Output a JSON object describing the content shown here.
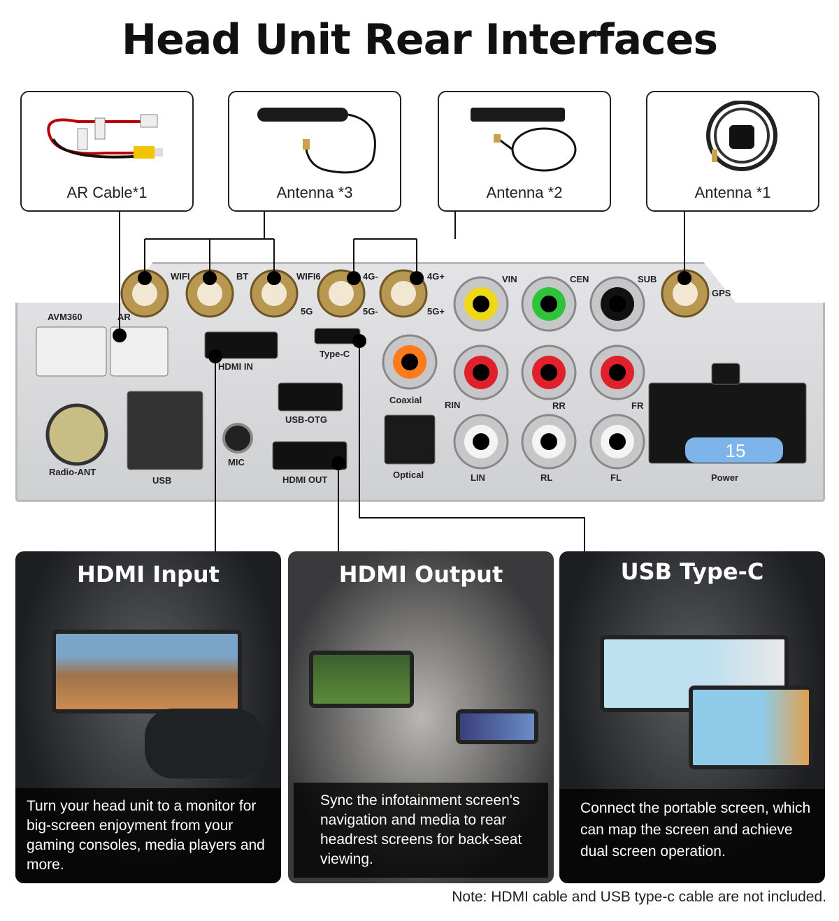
{
  "title": "Head Unit Rear Interfaces",
  "accessories": [
    {
      "label": "AR Cable*1"
    },
    {
      "label": "Antenna *3"
    },
    {
      "label": "Antenna *2"
    },
    {
      "label": "Antenna *1"
    }
  ],
  "panel": {
    "labels": [
      "WIFI",
      "BT",
      "WIFI6",
      "5G",
      "4G-",
      "5G-",
      "4G+",
      "5G+",
      "VIN",
      "CEN",
      "SUB",
      "GPS",
      "AVM360",
      "AR",
      "HDMI IN",
      "Type-C",
      "Coaxial",
      "RIN",
      "RR",
      "FR",
      "USB-OTG",
      "MIC",
      "HDMI OUT",
      "Optical",
      "LIN",
      "RL",
      "FL",
      "Power",
      "Radio-ANT",
      "USB"
    ],
    "fuse": "15"
  },
  "features": [
    {
      "title": "HDMI Input",
      "desc": "Turn your head unit to a monitor for big-screen enjoyment from your gaming consoles, media players and more."
    },
    {
      "title": "HDMI Output",
      "desc": "Sync the infotainment screen's navigation and media to rear headrest screens for back-seat viewing."
    },
    {
      "title": "USB Type-C",
      "desc": "Connect the portable screen, which can map the screen and achieve dual screen operation."
    }
  ],
  "note": "Note: HDMI cable and USB type-c cable are not included."
}
